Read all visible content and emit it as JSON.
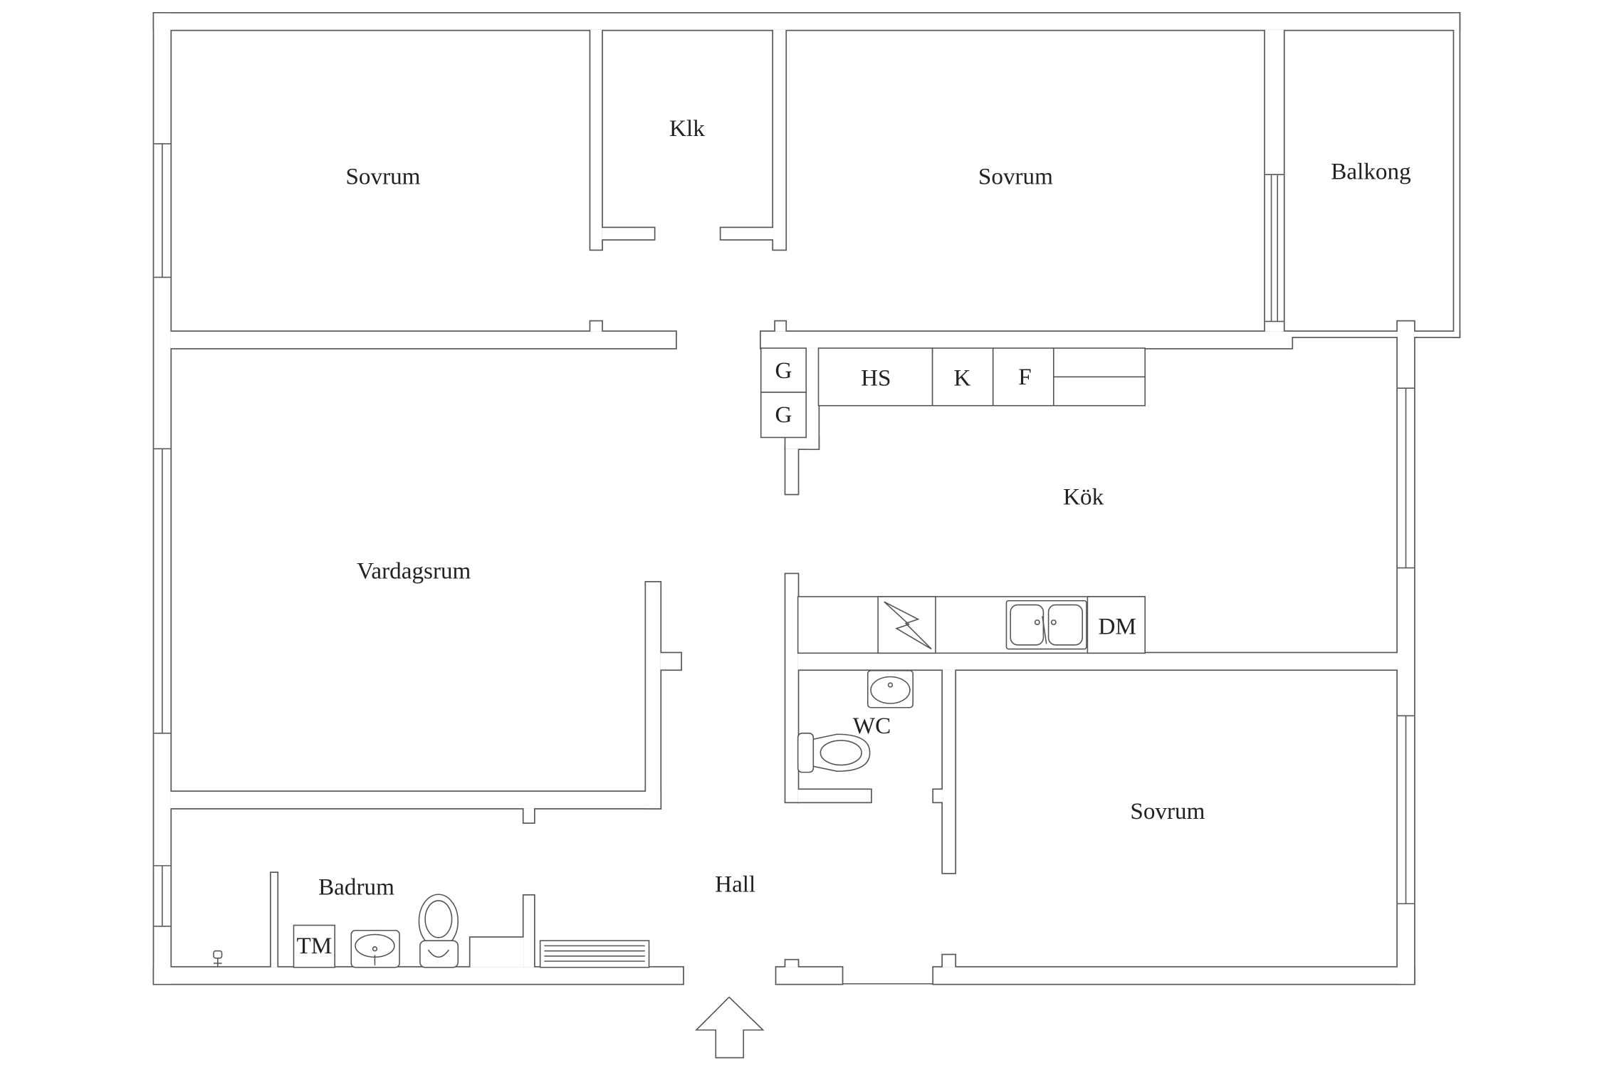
{
  "floor_plan": {
    "rooms": {
      "bedroom_top_left": "Sovrum",
      "closet": "Klk",
      "bedroom_top_middle": "Sovrum",
      "balcony": "Balkong",
      "living_room": "Vardagsrum",
      "kitchen": "Kök",
      "toilet": "WC",
      "bedroom_bottom_right": "Sovrum",
      "bathroom": "Badrum",
      "hall": "Hall"
    },
    "fixtures": {
      "cabinet_upper": "G",
      "cabinet_lower": "G",
      "high_cabinet": "HS",
      "fridge": "K",
      "freezer": "F",
      "dishwasher": "DM",
      "washing_machine": "TM"
    },
    "entrance_icon": "arrow-up-icon"
  },
  "colors": {
    "background": "#ffffff",
    "wall_line": "#5a5a5a",
    "fixture_line": "#555555",
    "text": "#222222"
  }
}
